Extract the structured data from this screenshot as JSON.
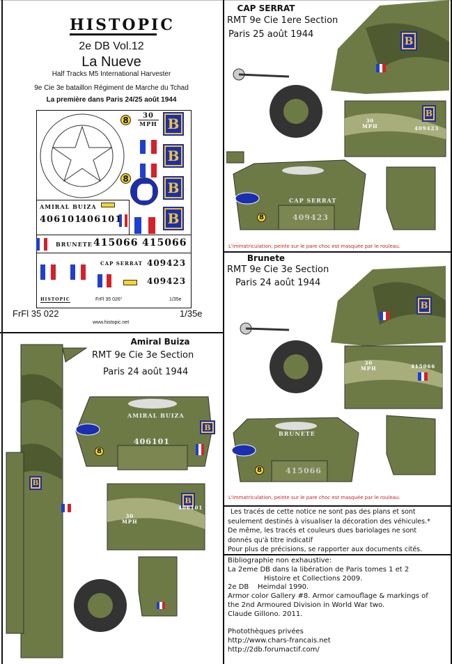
{
  "header": {
    "logo": "HISTOPIC",
    "series": "2e DB   Vol.12",
    "title": "La Nueve",
    "subtitle": "Half Tracks M5 International Harvester",
    "unit": "9e Cie 3e bataillon Régiment de Marche du Tchad",
    "tagline": "La première dans Paris 24/25 août 1944"
  },
  "decal_sheet": {
    "mph_top": "30",
    "mph_bottom": "MPH",
    "number": "8",
    "b_letter": "B",
    "amiral_label": "AMIRAL BUIZA",
    "amiral_serial": "406101",
    "brunete_label": "BRUNETE",
    "brunete_serial": "415066",
    "cap_label": "CAP SERRAT",
    "cap_serial": "409423",
    "sheet_ref": "FrFl 35 026°",
    "sheet_scale": "1/35e"
  },
  "footer": {
    "ref": "FrFl 35 022",
    "scale": "1/35e",
    "url": "www.histopic.net"
  },
  "vehicles": [
    {
      "name": "CAP SERRAT",
      "unit": "RMT 9e Cie 1ere Section",
      "date": "Paris 25 août 1944",
      "front_label": "CAP SERRAT",
      "serial": "409423",
      "note": "L'immatriculation, peinte sur le pare choc est masquée par le rouleau."
    },
    {
      "name": "Brunete",
      "unit": "RMT 9e Cie 3e Section",
      "date": "Paris 24 août 1944",
      "front_label": "BRUNETE",
      "serial": "415066",
      "note": "L'immatriculation, peinte sur le pare choc est masquée par le rouleau."
    },
    {
      "name": "Amiral Buiza",
      "unit": "RMT 9e Cie 3e Section",
      "date": "Paris 24 août 1944",
      "front_label": "AMIRAL BUIZA",
      "serial": "406101"
    }
  ],
  "notice": [
    "Les tracés de cette notice ne sont pas des plans et sont",
    "seulement destinés à visualiser la décoration des véhicules.*",
    "De même, les tracés et couleurs dues bariolages ne sont",
    "donnés qu'à titre indicatif",
    "Pour plus de précisions, se rapporter aux documents cités."
  ],
  "bibliography": [
    "Bibliographie non exhaustive:",
    "La 2eme DB dans la libération de Paris tomes 1 et 2",
    "Histoire et Collections 2009.",
    "2e DB    Heimdal 1990.",
    "Armor color Gallery #8. Armor camouflage & markings of",
    "the 2nd Armoured Division in World War two.",
    "Claude Gillono. 2011.",
    "",
    "Photothèques privées",
    "http://www.chars-francais.net",
    "http://2db.forumactif.com/"
  ],
  "colors": {
    "olive": "#6e7a45",
    "dark_olive": "#4f5a30",
    "light": "#a8ad7c",
    "blue": "#1a2fb0",
    "yellow": "#f2c230",
    "red": "#d6202a"
  }
}
